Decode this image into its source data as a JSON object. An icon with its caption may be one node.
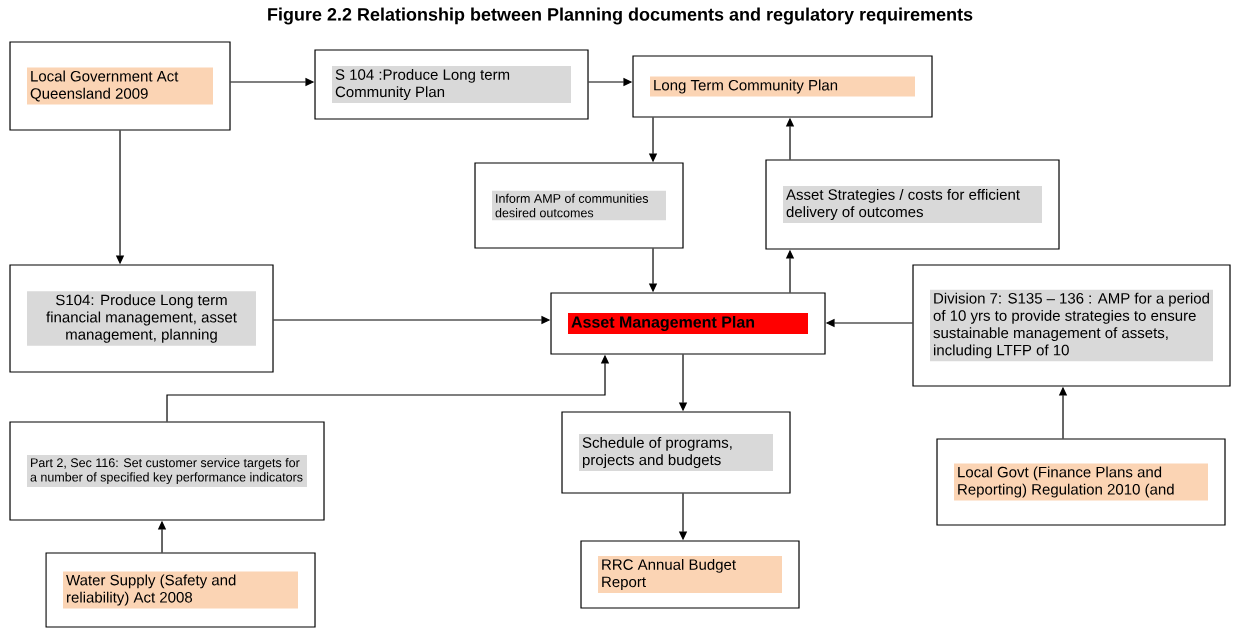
{
  "diagram": {
    "title": "Figure 2.2 Relationship between Planning documents and regulatory requirements",
    "nodes": [
      {
        "text": [
          "Local Government Act Queensland 2009"
        ]
      },
      {
        "text": [
          "S 104 :Produce Long term Community Plan"
        ]
      },
      {
        "text": [
          "Long Term Community Plan"
        ]
      },
      {
        "text": [
          "Inform AMP of communities desired outcomes"
        ]
      },
      {
        "text": [
          "Asset Strategies / costs for efficient delivery of outcomes"
        ]
      },
      {
        "text": [
          "S104: Produce Long term financial management, asset management, planning"
        ]
      },
      {
        "text": [
          "Asset Management Plan"
        ]
      },
      {
        "text": [
          "Division 7: S135 – 136 : AMP for a period of 10 yrs to provide strategies to ensure sustainable management of assets, including LTFP of 10"
        ]
      },
      {
        "text": [
          "Part 2, Sec 116: Set customer service targets for a number of specified key performance indicators"
        ]
      },
      {
        "text": [
          "Schedule of programs, projects and budgets"
        ]
      },
      {
        "text": [
          "Local Govt (Finance Plans and Reporting) Regulation 2010 (and"
        ]
      },
      {
        "text": [
          "Water Supply (Safety and reliability) Act 2008"
        ]
      },
      {
        "text": [
          "RRC Annual Budget Report"
        ]
      }
    ],
    "edges": [
      {
        "from": 0,
        "to": 1,
        "arrow": "to"
      },
      {
        "from": 1,
        "to": 2,
        "arrow": "to"
      },
      {
        "from": 0,
        "to": 5,
        "arrow": "to"
      },
      {
        "from": 2,
        "to": 3,
        "arrow": "to"
      },
      {
        "from": 4,
        "to": 2,
        "arrow": "to"
      },
      {
        "from": 3,
        "to": 6,
        "arrow": "to"
      },
      {
        "from": 6,
        "to": 4,
        "arrow": "to"
      },
      {
        "from": 5,
        "to": 6,
        "arrow": "to"
      },
      {
        "from": 7,
        "to": 6,
        "arrow": "to"
      },
      {
        "from": 8,
        "to": 6,
        "arrow": "to"
      },
      {
        "from": 6,
        "to": 9,
        "arrow": "to"
      },
      {
        "from": 9,
        "to": 12,
        "arrow": "to"
      },
      {
        "from": 10,
        "to": 7,
        "arrow": "to"
      },
      {
        "from": 11,
        "to": 8,
        "arrow": "to"
      }
    ]
  }
}
